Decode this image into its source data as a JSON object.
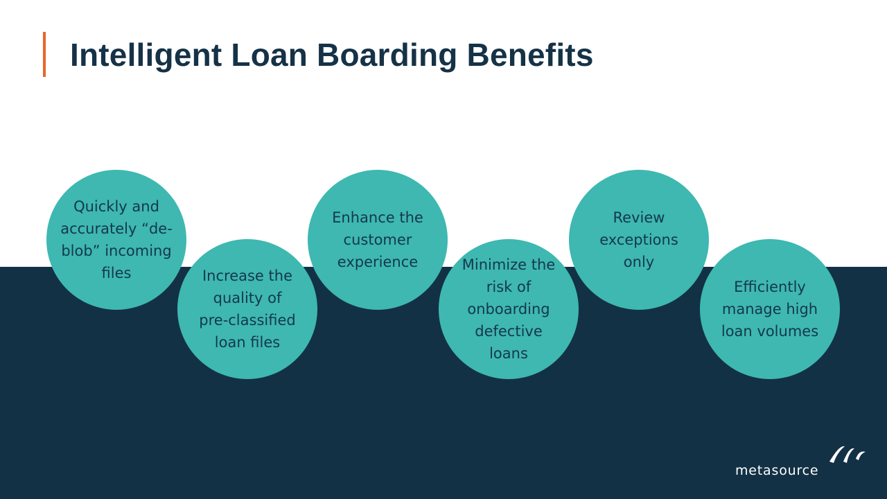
{
  "slide": {
    "title": "Intelligent Loan Boarding Benefits",
    "benefits": [
      "Quickly and accurately “de-blob” incoming files",
      "Increase the quality of pre-classified loan files",
      "Enhance the customer experience",
      "Minimize the risk of onboarding defective loans",
      "Review exceptions only",
      "Efficiently manage high loan volumes"
    ]
  },
  "logo": {
    "text": "metasource",
    "icon": "metasource-logo-icon"
  },
  "colors": {
    "title": "#153247",
    "accent": "#e8652d",
    "band": "#133145",
    "circle": "#3eb8b1",
    "circle_text": "#14384a"
  }
}
